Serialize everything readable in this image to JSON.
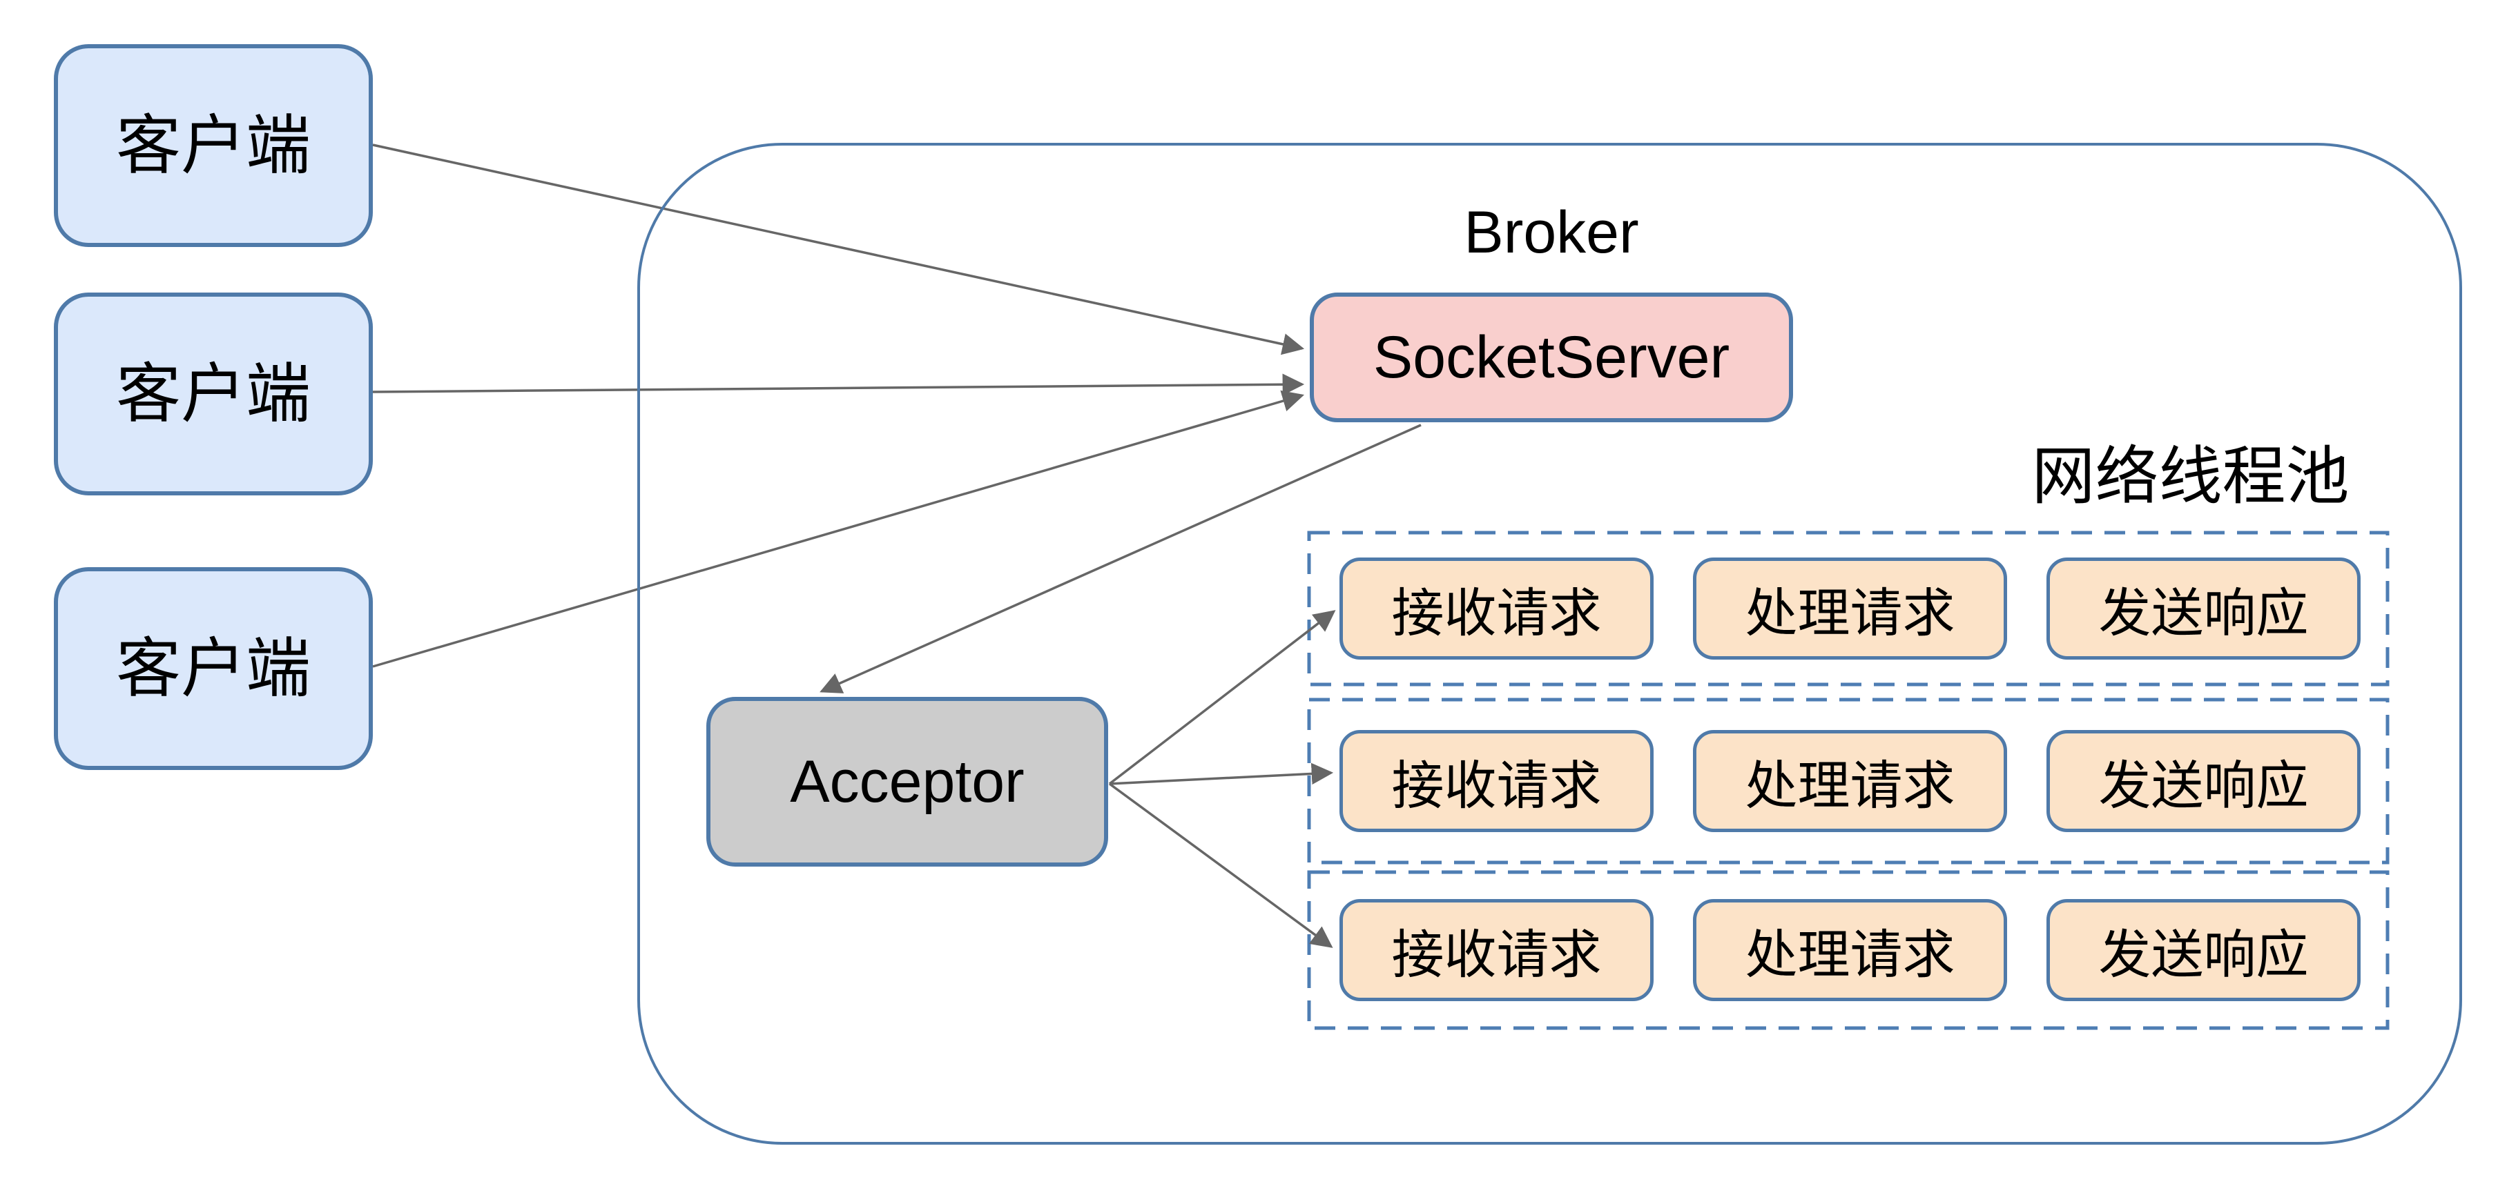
{
  "diagram": {
    "clients": [
      {
        "label": "客户端"
      },
      {
        "label": "客户端"
      },
      {
        "label": "客户端"
      }
    ],
    "broker": {
      "title": "Broker",
      "socket_server": {
        "label": "SocketServer"
      },
      "acceptor": {
        "label": "Acceptor"
      },
      "thread_pool": {
        "title": "网络线程池",
        "rows": [
          {
            "steps": [
              "接收请求",
              "处理请求",
              "发送响应"
            ]
          },
          {
            "steps": [
              "接收请求",
              "处理请求",
              "发送响应"
            ]
          },
          {
            "steps": [
              "接收请求",
              "处理请求",
              "发送响应"
            ]
          }
        ]
      }
    },
    "colors": {
      "client_fill": "#dbe8fb",
      "socket_server_fill": "#f9cfcd",
      "acceptor_fill": "#cccccc",
      "step_fill": "#fce3c8",
      "stroke_blue": "#4f7aa9",
      "stroke_dashed": "#4e7db3",
      "arrow": "#666666"
    }
  }
}
